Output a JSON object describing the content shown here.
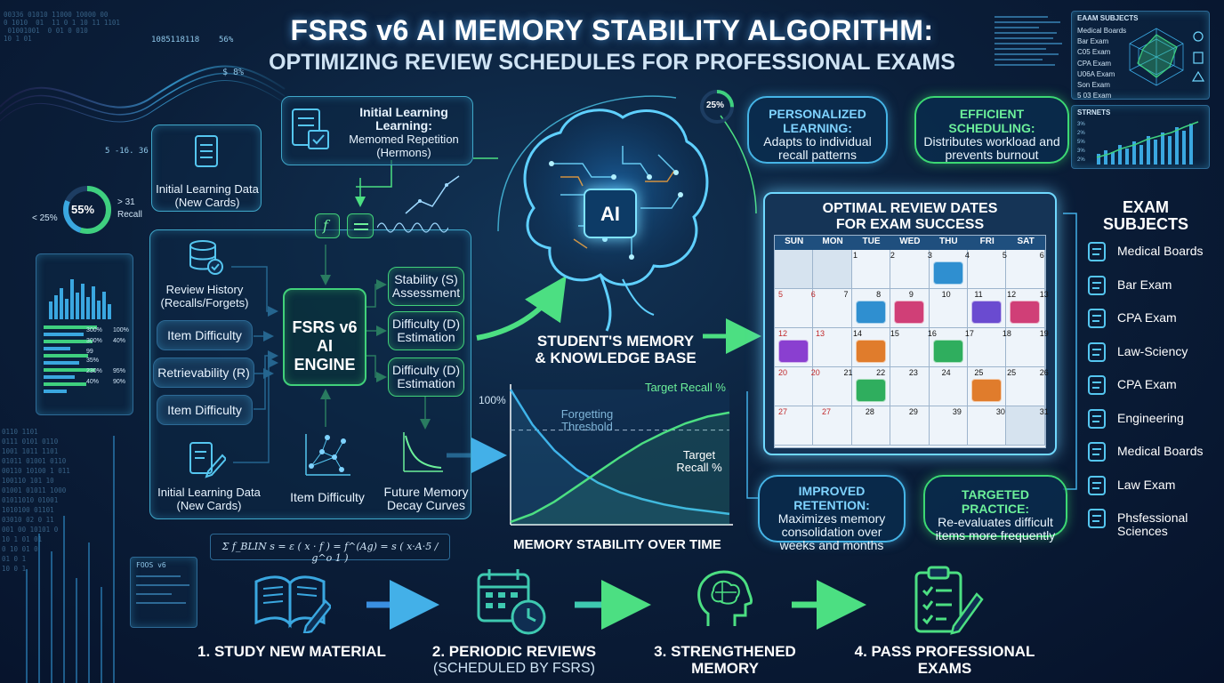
{
  "header": {
    "title": "FSRS v6 AI MEMORY STABILITY ALGORITHM:",
    "subtitle": "OPTIMIZING REVIEW SCHEDULES FOR PROFESSIONAL EXAMS"
  },
  "left_hud": {
    "gauge_pct": "55%",
    "gauge_left": "< 25%",
    "gauge_right_top": "> 31",
    "gauge_right_bottom": "Recall",
    "top_readouts": [
      "1085118118",
      "56%",
      "$ 8%",
      "5 -16. 36"
    ],
    "bar_pcts": [
      "300%",
      "100%",
      "300%",
      "40%",
      "99",
      "35%",
      "230%",
      "95%",
      "40%",
      "90%"
    ]
  },
  "inputs": {
    "init_top": "Initial Learning Data\n(New Cards)",
    "review_history": "Review History\n(Recalls/Forgets)",
    "item_difficulty_1": "Item Difficulty",
    "retrievability": "Retrievability (R)",
    "item_difficulty_2": "Item Difficulty",
    "init_bottom": "Initial Learning Data\n(New Cards)"
  },
  "initial_learning": {
    "title": "Initial Learning\nLearning:",
    "body": "Memomed Repetition\n(Hermons)"
  },
  "engine": {
    "label": "FSRS v6\nAI ENGINE",
    "stability": "Stability (S)\nAssessment",
    "difficulty_1": "Difficulty (D)\nEstimation",
    "difficulty_2": "Difficulty (D)\nEstimation",
    "item_difficulty": "Item Difficulty",
    "decay": "Future Memory\nDecay Curves"
  },
  "brain": {
    "chip": "AI",
    "ring_pct": "25%",
    "label": "STUDENT'S MEMORY\n& KNOWLEDGE BASE"
  },
  "bubbles": {
    "personalized_title": "PERSONALIZED\nLEARNING:",
    "personalized_body": "Adapts to individual\nrecall patterns",
    "efficient_title": "EFFICIENT\nSCHEDULING:",
    "efficient_body": "Distributes workload and\nprevents burnout",
    "retention_title": "IMPROVED RETENTION:",
    "retention_body": "Maximizes memory\nconsolidation over\nweeks and months",
    "targeted_title": "TARGETED PRACTICE:",
    "targeted_body": "Re-evaluates difficult\nitems more frequently"
  },
  "chart_data": {
    "type": "line",
    "title": "MEMORY STABILITY OVER TIME",
    "y_tick": "100%",
    "ylim": [
      0,
      100
    ],
    "x": [
      0,
      1,
      2,
      3,
      4,
      5,
      6,
      7,
      8,
      9,
      10
    ],
    "series": [
      {
        "values": [
          100,
          74,
          55,
          41,
          31,
          24,
          19,
          15,
          12,
          10,
          8
        ],
        "color": "#3fb4ea"
      },
      {
        "values": [
          2,
          8,
          17,
          28,
          39,
          50,
          60,
          68,
          75,
          80,
          83
        ],
        "color": "#4cdf82"
      }
    ],
    "threshold": 70,
    "annotations": {
      "top_right": "Target Recall %",
      "forgetting": "Forgetting\nThreshold",
      "target": "Target\nRecall %"
    },
    "grid": false
  },
  "calendar": {
    "title": "OPTIMAL REVIEW DATES\nFOR EXAM SUCCESS",
    "days": [
      "SUN",
      "MON",
      "TUE",
      "WED",
      "THU",
      "FRI",
      "SAT"
    ],
    "cells": [
      [
        "",
        "",
        "1",
        "2",
        "3",
        "4",
        "5",
        "6"
      ],
      [
        "5",
        "6",
        "7",
        "8",
        "9",
        "10",
        "11",
        "12",
        "13"
      ],
      [
        "12",
        "13",
        "14",
        "15",
        "16",
        "17",
        "18",
        "19"
      ],
      [
        "20",
        "20",
        "21",
        "22",
        "23",
        "24",
        "25",
        "25",
        "26"
      ],
      [
        "27",
        "27",
        "28",
        "29",
        "39",
        "30",
        "31"
      ]
    ]
  },
  "exam_subjects": {
    "title": "EXAM\nSUBJECTS",
    "items": [
      "Medical Boards",
      "Bar Exam",
      "CPA Exam",
      "Law-Sciency",
      "CPA Exam",
      "Engineering",
      "Medical Boards",
      "Law Exam",
      "Phsfessional\nSciences"
    ]
  },
  "mini_panel": {
    "title": "EAAM SUBJECTS",
    "items": [
      "Medical Boards",
      "Bar Exam",
      "C05 Exam",
      "CPA Exam",
      "U06A Exam",
      "Son Exam",
      "5 03 Exam"
    ],
    "stats_label": "STRNETS",
    "stats_ticks": [
      "3%",
      "2%",
      "5%",
      "3%",
      "2%"
    ]
  },
  "formula": "Σ f_BLIN  s = ε ( x · f ) = f^(Ag) = s ( x·A·5 / g^o  1 )",
  "code_label": "FOOS v6",
  "flow": {
    "step1": "1. STUDY NEW MATERIAL",
    "step2": "2. PERIODIC REVIEWS",
    "step2_sub": "(SCHEDULED BY FSRS)",
    "step3": "3. STRENGTHENED\nMEMORY",
    "step4": "4. PASS PROFESSIONAL\nEXAMS"
  }
}
